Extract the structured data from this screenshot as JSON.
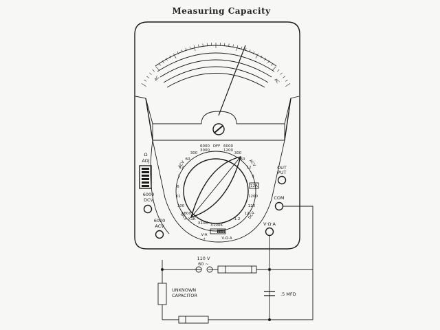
{
  "title": "Measuring Capacity",
  "meter": {
    "adj_label": "Ω\nADJ",
    "jack_6000dcv": "6000\nDCV",
    "jack_6000acv": "6000\nACV",
    "jack_output": "OUT\nPUT",
    "jack_com": "COM",
    "jack_vohma": "V·Ω·A",
    "scale_left_label": "AC",
    "scale_right_label": "AC",
    "dial_labels": {
      "off": "OFF",
      "top_left_a": "6000",
      "top_left_b": "3000",
      "top_right_a": "6000",
      "top_right_b": "1200",
      "l_300": "300",
      "l_60": "60",
      "l_12": "12",
      "l_3": "3",
      "l_6": ".6",
      "l_x1": "X1",
      "l_100": "100",
      "l_1800": "1800",
      "l_x1k": "X1K",
      "l_x10k": "X10K",
      "r_300": "300",
      "r_60": "60",
      "r_12": "12",
      "r_3": "3",
      "r_12a": "12A",
      "r_1200": "1200",
      "r_120": "120",
      "r_12b": "12",
      "r_12c": "1.2",
      "b_x100k": "X100K",
      "b_va": "V-A\n2",
      "b_vohma": "V·Ω·A",
      "acv_label": "ACV",
      "dcv_label": "DCV"
    }
  },
  "circuit": {
    "source_label": "110 V\n60 ~",
    "unknown_label": "UNKNOWN\nCAPACITOR",
    "cap_label": ".5 MFD"
  }
}
